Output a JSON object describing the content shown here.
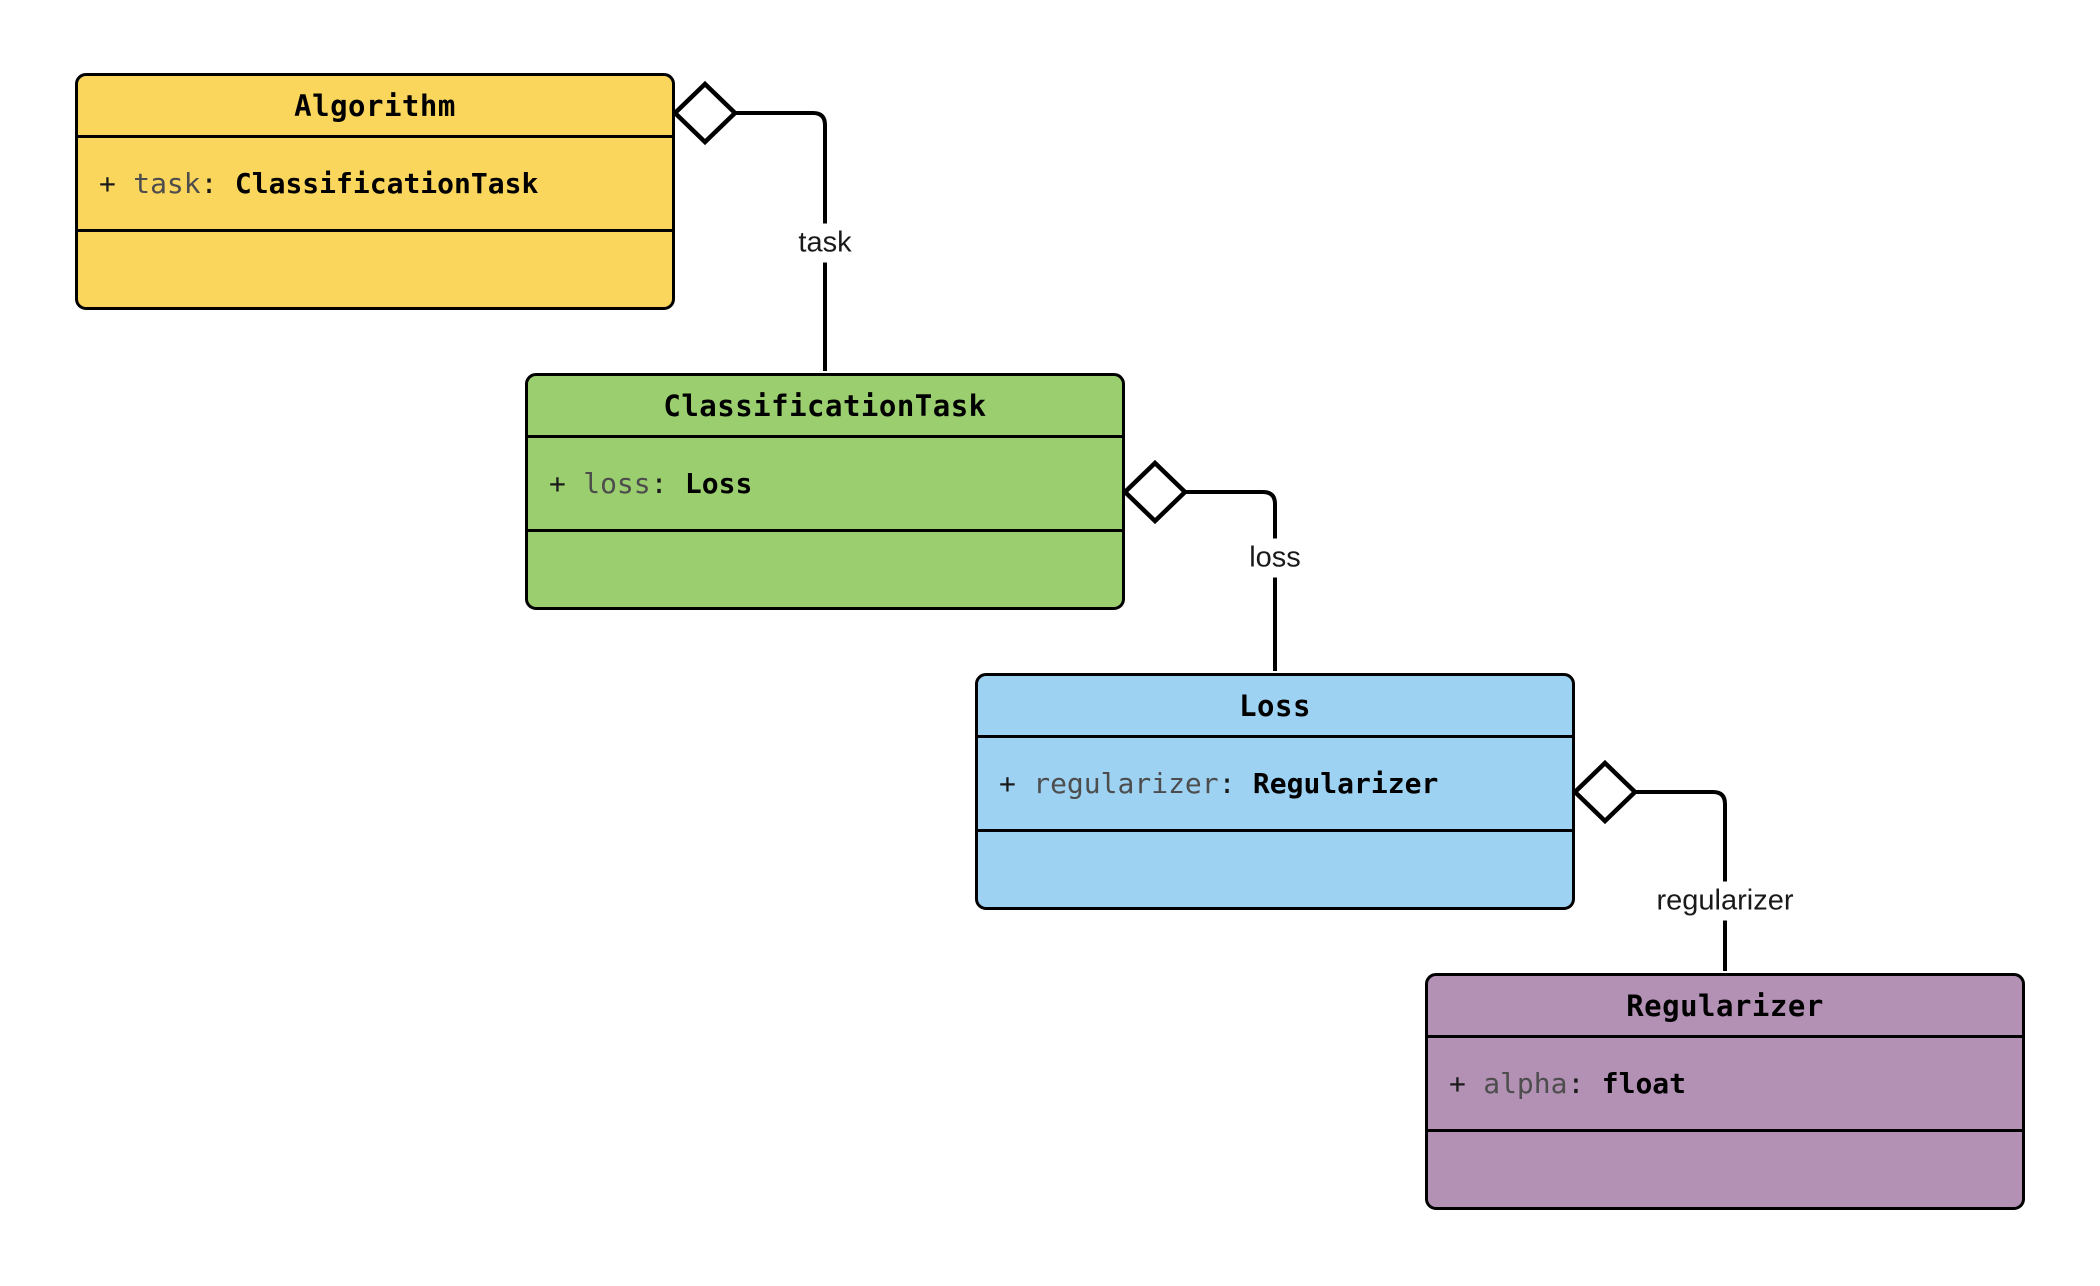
{
  "diagram": {
    "kind": "uml-class-diagram",
    "background_color": "#ffffff",
    "line_color": "#000000",
    "classes": [
      {
        "name": "Algorithm",
        "fill": "#FBD65D",
        "attribute": {
          "visibility": "+",
          "name": "task",
          "separator": ":",
          "type": "ClassificationTask"
        }
      },
      {
        "name": "ClassificationTask",
        "fill": "#9BCE6F",
        "attribute": {
          "visibility": "+",
          "name": "loss",
          "separator": ":",
          "type": "Loss"
        }
      },
      {
        "name": "Loss",
        "fill": "#9DD2F2",
        "attribute": {
          "visibility": "+",
          "name": "regularizer",
          "separator": ":",
          "type": "Regularizer"
        }
      },
      {
        "name": "Regularizer",
        "fill": "#B391B5",
        "attribute": {
          "visibility": "+",
          "name": "alpha",
          "separator": ":",
          "type": "float"
        }
      }
    ],
    "relations": [
      {
        "from": "Algorithm",
        "to": "ClassificationTask",
        "label": "task",
        "marker": "hollow-diamond-aggregation"
      },
      {
        "from": "ClassificationTask",
        "to": "Loss",
        "label": "loss",
        "marker": "hollow-diamond-aggregation"
      },
      {
        "from": "Loss",
        "to": "Regularizer",
        "label": "regularizer",
        "marker": "hollow-diamond-aggregation"
      }
    ]
  }
}
